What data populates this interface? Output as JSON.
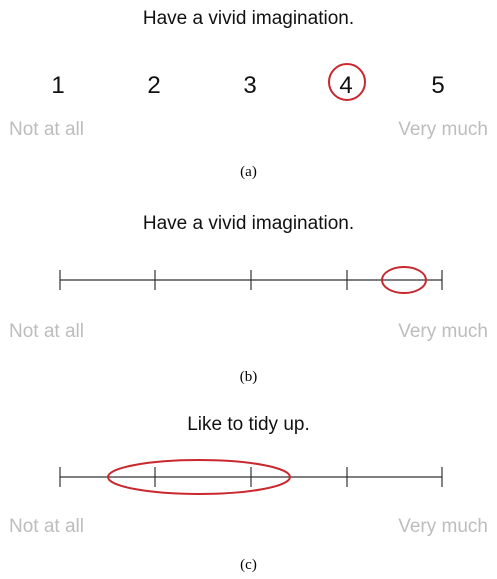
{
  "panel_a": {
    "question": "Have a vivid imagination.",
    "scale": [
      "1",
      "2",
      "3",
      "4",
      "5"
    ],
    "selected": "4",
    "low_label": "Not at all",
    "high_label": "Very much",
    "caption": "(a)"
  },
  "panel_b": {
    "question": "Have a vivid imagination.",
    "tick_count": 5,
    "selected_position": 4.5,
    "low_label": "Not at all",
    "high_label": "Very much",
    "caption": "(b)"
  },
  "panel_c": {
    "question": "Like to tidy up.",
    "tick_count": 5,
    "selected_range": [
      1.5,
      3.4
    ],
    "low_label": "Not at all",
    "high_label": "Very much",
    "caption": "(c)"
  },
  "colors": {
    "highlight": "#c8282e",
    "line": "#333333",
    "anchor_text": "#bdbdbd"
  }
}
